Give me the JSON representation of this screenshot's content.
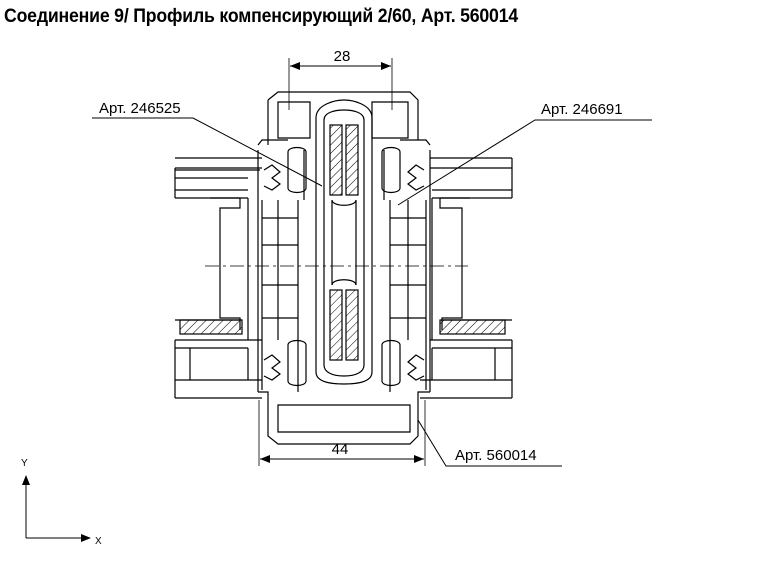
{
  "title": "Соединение 9/ Профиль компенсирующий 2/60, Арт. 560014",
  "labels": {
    "art_left": "Арт. 246525",
    "art_right": "Арт. 246691",
    "art_bottom": "Арт. 560014"
  },
  "dimensions": {
    "top": "28",
    "bottom": "44"
  },
  "axes": {
    "y": "Y",
    "x": "X"
  }
}
